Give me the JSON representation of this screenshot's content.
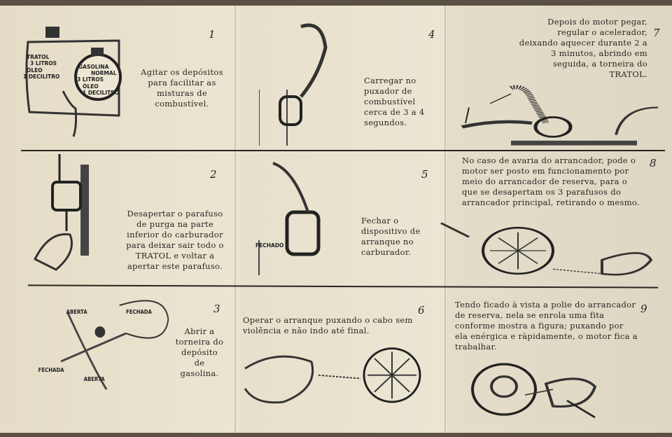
{
  "panels": [
    {
      "number": "1",
      "text": "Agitar os depósitos para facilitar as misturas de combustível.",
      "labels": {
        "tratol": "TRATOL",
        "tratol_l": "3 LITROS",
        "oleo1": "ÓLEO",
        "dec1": "1 DECILITRO",
        "gas": "GASOLINA",
        "normal": "NORMAL",
        "gas_l": "3 LITROS",
        "oleo2": "ÓLEO",
        "dec2": "1 DECILITRO"
      }
    },
    {
      "number": "2",
      "text": "Desapertar o parafuso de purga na parte inferior do carburador para deixar sair todo o TRATOL e voltar a apertar este parafuso."
    },
    {
      "number": "3",
      "text": "Abrir a torneira do depósito de gasolina.",
      "labels": {
        "aberta1": "ABERTA",
        "fechada1": "FECHADA",
        "fechada2": "FECHADA",
        "aberta2": "ABERTA"
      }
    },
    {
      "number": "4",
      "text": "Carregar no puxador de combustível cerca de 3 a 4 segundos."
    },
    {
      "number": "5",
      "text": "Fechar o dispositivo de arranque no carburador.",
      "labels": {
        "fechado": "FECHADO"
      }
    },
    {
      "number": "6",
      "text": "Operar o arranque puxando o cabo sem violência e não indo até final."
    },
    {
      "number": "7",
      "text": "Depois do motor pegar, regular o acelerador, deixando aquecer durante 2 a 3 minutos, abrindo em seguida, a torneira do TRATOL."
    },
    {
      "number": "8",
      "text": "No caso de avaria do arrancador, pode o motor ser posto em funcionamento por meio do arrancador de reserva, para o que se desapertam os 3 parafusos do arrancador principal, retirando o mesmo."
    },
    {
      "number": "9",
      "text": "Tendo ficado à vista a polie do arrancador de reserva, nela se enrola uma fita conforme mostra a figura; puxando por ela enérgica e ràpidamente, o motor fica a trabalhar."
    }
  ]
}
